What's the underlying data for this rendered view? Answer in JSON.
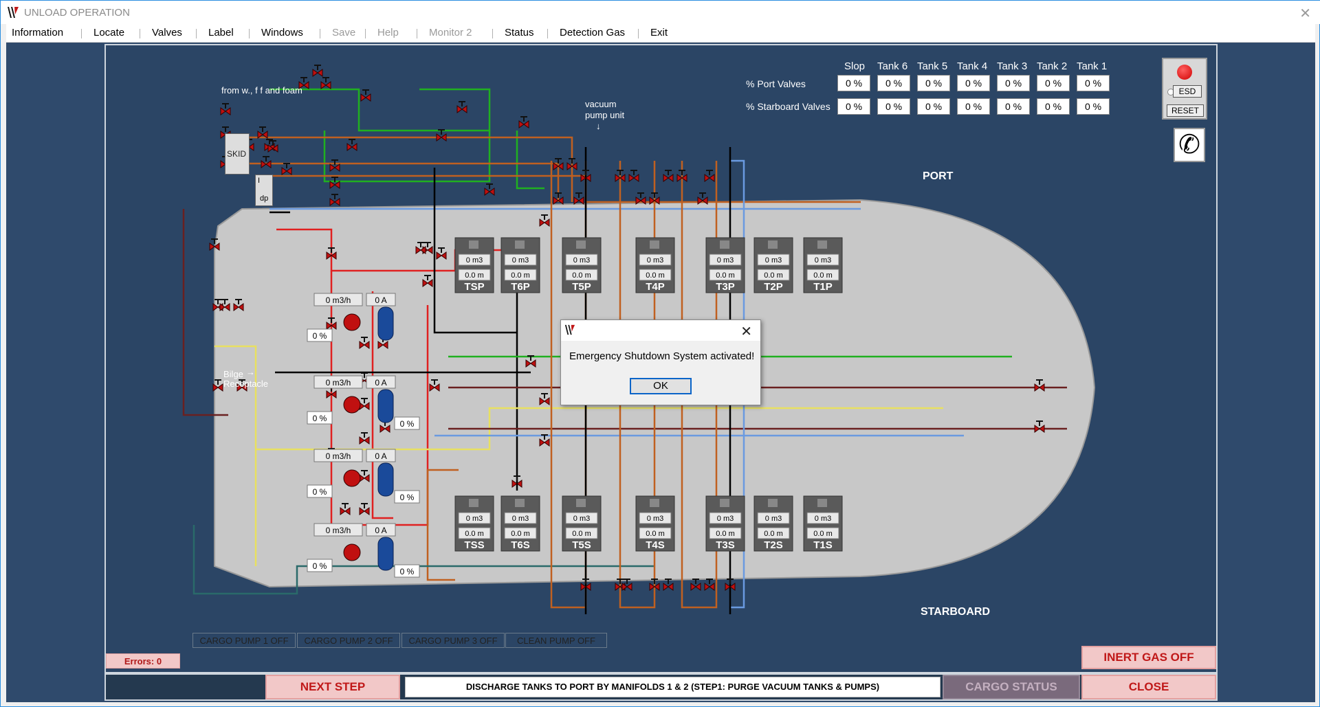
{
  "window": {
    "title": "UNLOAD OPERATION",
    "close_glyph": "✕",
    "logo_icon": "app-logo-icon"
  },
  "menu": [
    {
      "label": "Information",
      "enabled": true
    },
    {
      "label": "Locate",
      "enabled": true
    },
    {
      "label": "Valves",
      "enabled": true
    },
    {
      "label": "Label",
      "enabled": true
    },
    {
      "label": "Windows",
      "enabled": true
    },
    {
      "label": "Save",
      "enabled": false
    },
    {
      "label": "Help",
      "enabled": false
    },
    {
      "label": "Monitor 2",
      "enabled": false
    },
    {
      "label": "Status",
      "enabled": true
    },
    {
      "label": "Detection Gas",
      "enabled": true
    },
    {
      "label": "Exit",
      "enabled": true
    }
  ],
  "valve_table": {
    "headers": [
      "Slop",
      "Tank 6",
      "Tank 5",
      "Tank 4",
      "Tank 3",
      "Tank 2",
      "Tank 1"
    ],
    "port_label": "% Port Valves",
    "starboard_label": "% Starboard Valves",
    "port_values": [
      "0 %",
      "0 %",
      "0 %",
      "0 %",
      "0 %",
      "0 %",
      "0 %"
    ],
    "starboard_values": [
      "0 %",
      "0 %",
      "0 %",
      "0 %",
      "0 %",
      "0 %",
      "0 %"
    ]
  },
  "esd": {
    "esd_label": "ESD",
    "reset_label": "RESET",
    "phone_icon": "phone-icon"
  },
  "sides": {
    "port": "PORT",
    "starboard": "STARBOARD"
  },
  "annotations": {
    "from_wff": "from w., f f and foam",
    "vacuum_1": "vacuum",
    "vacuum_2": "pump unit",
    "skid": "SKID",
    "idp_1": "I",
    "idp_2": "dp",
    "bilge_1": "Bilge",
    "bilge_2": "Receptacle"
  },
  "port_tanks": [
    {
      "name": "TSP",
      "volume": "0 m3",
      "level": "0.0 m"
    },
    {
      "name": "T6P",
      "volume": "0 m3",
      "level": "0.0 m"
    },
    {
      "name": "T5P",
      "volume": "0 m3",
      "level": "0.0 m"
    },
    {
      "name": "T4P",
      "volume": "0 m3",
      "level": "0.0 m"
    },
    {
      "name": "T3P",
      "volume": "0 m3",
      "level": "0.0 m"
    },
    {
      "name": "T2P",
      "volume": "0 m3",
      "level": "0.0 m"
    },
    {
      "name": "T1P",
      "volume": "0 m3",
      "level": "0.0 m"
    }
  ],
  "starboard_tanks": [
    {
      "name": "TSS",
      "volume": "0 m3",
      "level": "0.0 m"
    },
    {
      "name": "T6S",
      "volume": "0 m3",
      "level": "0.0 m"
    },
    {
      "name": "T5S",
      "volume": "0 m3",
      "level": "0.0 m"
    },
    {
      "name": "T4S",
      "volume": "0 m3",
      "level": "0.0 m"
    },
    {
      "name": "T3S",
      "volume": "0 m3",
      "level": "0.0 m"
    },
    {
      "name": "T2S",
      "volume": "0 m3",
      "level": "0.0 m"
    },
    {
      "name": "T1S",
      "volume": "0 m3",
      "level": "0.0 m"
    }
  ],
  "pumps": [
    {
      "flow": "0 m3/h",
      "current": "0 A",
      "speed": "0 %",
      "out": ""
    },
    {
      "flow": "0 m3/h",
      "current": "0 A",
      "speed": "0 %",
      "out": "0 %"
    },
    {
      "flow": "0 m3/h",
      "current": "0 A",
      "speed": "0 %",
      "out": "0 %"
    },
    {
      "flow": "0 m3/h",
      "current": "0 A",
      "speed": "0 %",
      "out": "0 %"
    }
  ],
  "pump_status": [
    "CARGO PUMP 1 OFF",
    "CARGO PUMP 2 OFF",
    "CARGO PUMP 3 OFF",
    "CLEAN PUMP OFF"
  ],
  "errors": "Errors: 0",
  "inert_gas": "INERT GAS OFF",
  "bottom": {
    "next_step": "NEXT STEP",
    "step_text": "DISCHARGE TANKS TO PORT BY MANIFOLDS 1 & 2  (STEP1: PURGE VACUUM TANKS & PUMPS)",
    "cargo_status": "CARGO STATUS",
    "close": "CLOSE"
  },
  "dialog": {
    "message": "Emergency Shutdown System activated!",
    "ok": "OK",
    "close_glyph": "✕"
  },
  "colors": {
    "panel": "#2b4565",
    "hull": "#c8c8c8",
    "pipe_red": "#e02020",
    "pipe_green": "#20b020",
    "pipe_orange": "#c06020",
    "pipe_yellow": "#e8e060",
    "pipe_blue": "#6a9ae0",
    "pipe_black": "#000000",
    "valve": "#c01010"
  }
}
